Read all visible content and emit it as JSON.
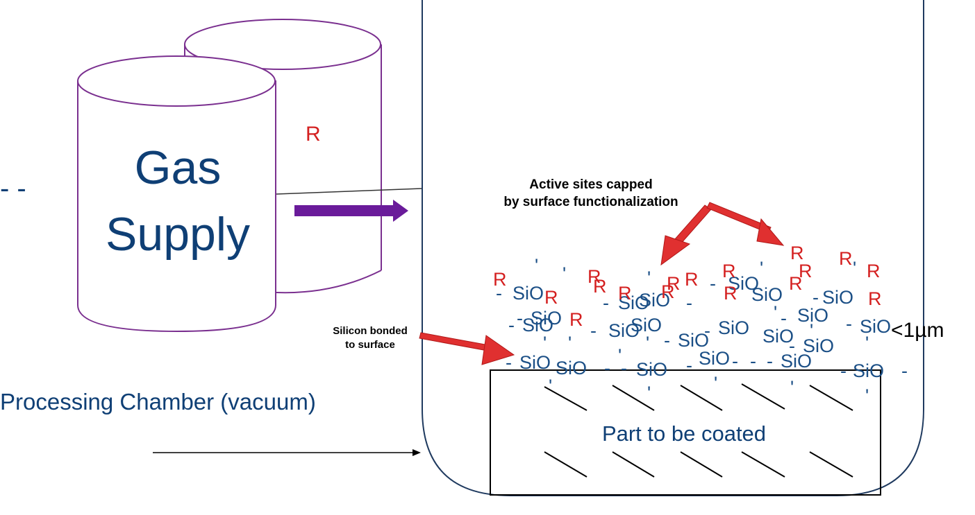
{
  "gas_supply": {
    "label_line1": "Gas",
    "label_line2": "Supply",
    "back_cylinder_label": "R"
  },
  "left_fragment": "- -",
  "chamber_label": "Processing Chamber (vacuum)",
  "part_label": "Part to be coated",
  "callouts": {
    "active_sites_line1": "Active sites capped",
    "active_sites_line2": "by surface functionalization",
    "silicon_line1": "Silicon bonded",
    "silicon_line2": "to surface"
  },
  "thickness_label": "<1µm",
  "molecule_symbols": {
    "silicon_oxide": "SiO",
    "functional_group": "R",
    "bond": "-",
    "vertical_bond": "'"
  },
  "colors": {
    "text_blue": "#0f3f75",
    "cylinder_outline": "#7a2f8f",
    "arrow_purple": "#6a1b9a",
    "callout_red": "#e03030",
    "r_red": "#d42020",
    "molecule_blue": "#1b4f86",
    "chamber_outline": "#1f3a5f"
  }
}
